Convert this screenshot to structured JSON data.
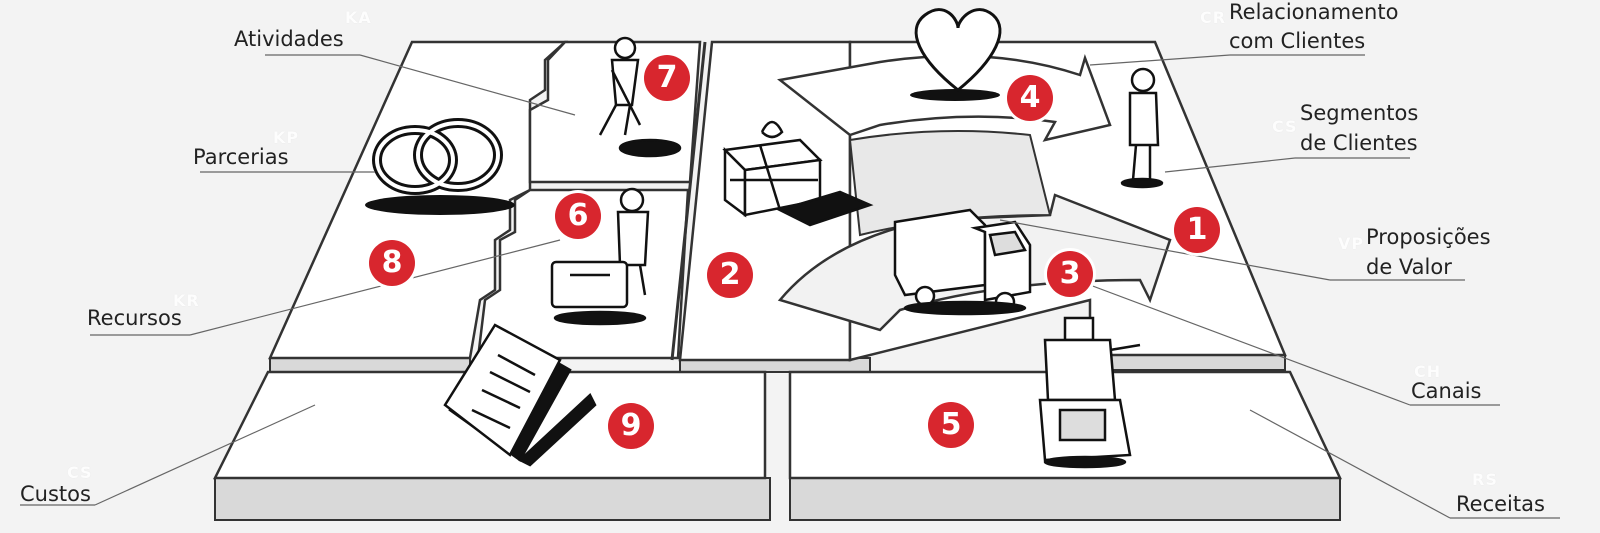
{
  "labels": {
    "atividades": "Atividades",
    "parcerias": "Parcerias",
    "recursos": "Recursos",
    "custos": "Custos",
    "relacionamento_l1": "Relacionamento",
    "relacionamento_l2": "com Clientes",
    "segmentos_l1": "Segmentos",
    "segmentos_l2": "de Clientes",
    "proposicoes_l1": "Proposições",
    "proposicoes_l2": "de Valor",
    "canais": "Canais",
    "receitas": "Receitas"
  },
  "codes": {
    "ka": "KA",
    "kp": "KP",
    "kr": "KR",
    "cs_cost": "CS",
    "cr": "CR",
    "cs_seg": "CS",
    "vp": "VP",
    "ch": "CH",
    "rs": "RS"
  },
  "numbers": {
    "n1": "1",
    "n2": "2",
    "n3": "3",
    "n4": "4",
    "n5": "5",
    "n6": "6",
    "n7": "7",
    "n8": "8",
    "n9": "9"
  },
  "colors": {
    "badge": "#d8262e",
    "ink": "#222222",
    "background": "#f3f3f3"
  }
}
